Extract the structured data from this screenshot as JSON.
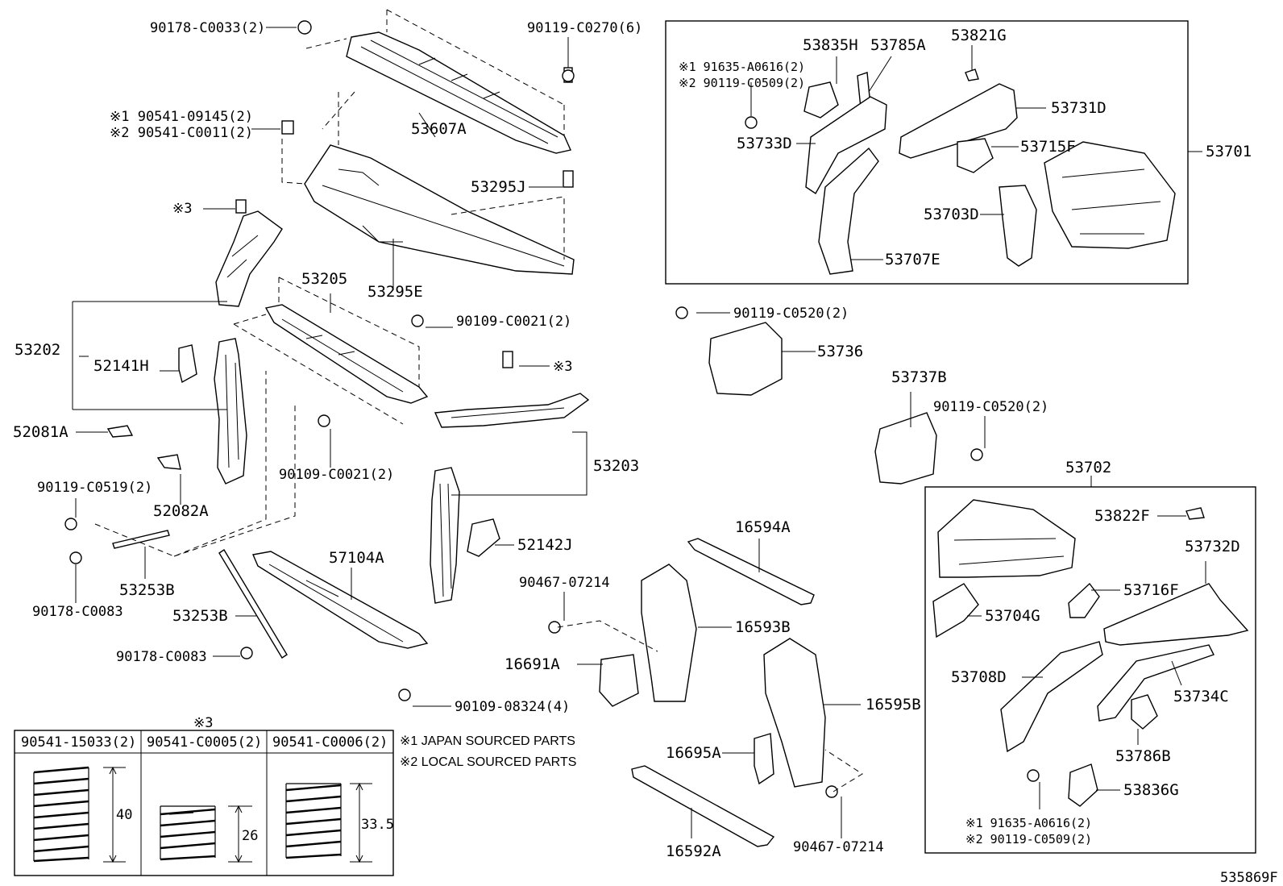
{
  "labels": {
    "p90178_C0033": "90178-C0033(2)",
    "p90119_C0270": "90119-C0270(6)",
    "p53607A": "53607A",
    "p90541_09145": "※1 90541-09145(2)",
    "p90541_C0011": "※2 90541-C0011(2)",
    "p53295J": "53295J",
    "p53295E": "53295E",
    "star3_a": "※3",
    "p53205": "53205",
    "p90109_C0021_a": "90109-C0021(2)",
    "p53202": "53202",
    "p52141H": "52141H",
    "p52081A": "52081A",
    "p90109_C0021_b": "90109-C0021(2)",
    "p52082A": "52082A",
    "p90119_C0519": "90119-C0519(2)",
    "p53253B_a": "53253B",
    "p90178_C0083_a": "90178-C0083",
    "p53253B_b": "53253B",
    "p57104A": "57104A",
    "p90178_C0083_b": "90178-C0083",
    "p90109_08324": "90109-08324(4)",
    "star3_b": "※3",
    "p53203": "53203",
    "p52142J": "52142J",
    "p90467_07214_a": "90467-07214",
    "p16691A": "16691A",
    "p16593B": "16593B",
    "p16594A": "16594A",
    "p16595B": "16595B",
    "p16695A": "16695A",
    "p16592A": "16592A",
    "p90467_07214_b": "90467-07214",
    "p53835H": "53835H",
    "p53785A": "53785A",
    "p53821G": "53821G",
    "p91635_A0616_a": "※1 91635-A0616(2)",
    "p90119_C0509_a": "※2 90119-C0509(2)",
    "p53731D": "53731D",
    "p53733D": "53733D",
    "p53715F": "53715F",
    "p53701": "53701",
    "p53703D": "53703D",
    "p53707E": "53707E",
    "p90119_C0520_a": "90119-C0520(2)",
    "p53736": "53736",
    "p53737B": "53737B",
    "p90119_C0520_b": "90119-C0520(2)",
    "p53702": "53702",
    "p53822F": "53822F",
    "p53732D": "53732D",
    "p53716F": "53716F",
    "p53704G": "53704G",
    "p53708D": "53708D",
    "p53734C": "53734C",
    "p53786B": "53786B",
    "p53836G": "53836G",
    "p91635_A0616_b": "※1 91635-A0616(2)",
    "p90119_C0509_b": "※2 90119-C0509(2)",
    "diagram_id": "535869F"
  },
  "notes": {
    "star1": "※1 JAPAN SOURCED PARTS",
    "star2": "※2 LOCAL SOURCED PARTS"
  },
  "spring_table": {
    "title": "※3",
    "columns": [
      "90541-15033(2)",
      "90541-C0005(2)",
      "90541-C0006(2)"
    ],
    "heights": [
      "40",
      "26",
      "33.5"
    ]
  }
}
